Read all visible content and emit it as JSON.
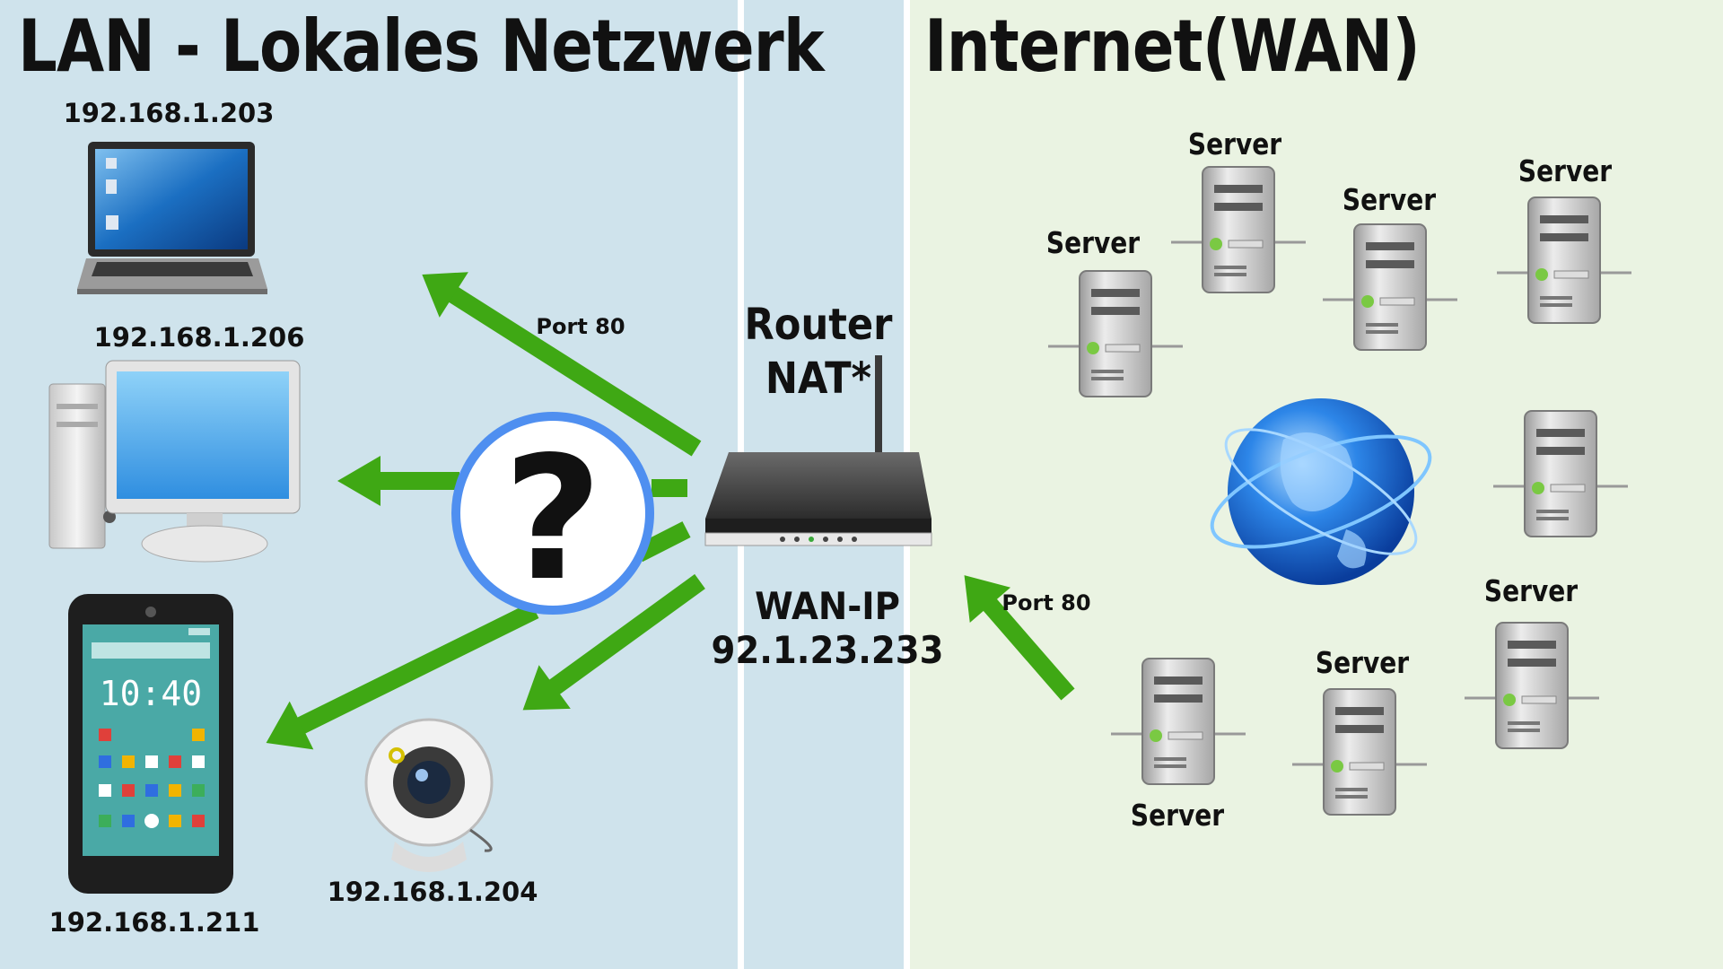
{
  "titles": {
    "lan": "LAN - Lokales Netzwerk",
    "wan": "Internet(WAN)"
  },
  "devices": {
    "laptop_ip": "192.168.1.203",
    "desktop_ip": "192.168.1.206",
    "phone_ip": "192.168.1.211",
    "webcam_ip": "192.168.1.204",
    "phone_time": "10:40"
  },
  "router": {
    "line1": "Router",
    "line2": "NAT*",
    "wan_label": "WAN-IP",
    "wan_ip": "92.1.23.233"
  },
  "ports": {
    "lan_port": "Port 80",
    "wan_port": "Port 80"
  },
  "question_mark": "?",
  "servers": [
    "Server",
    "Server",
    "Server",
    "Server",
    "Server",
    "Server",
    "Server"
  ],
  "colors": {
    "lan_bg": "#cfe3ec",
    "wan_bg": "#eaf3e2",
    "arrow": "#3fa814",
    "circle_border": "#4f8ff0"
  }
}
